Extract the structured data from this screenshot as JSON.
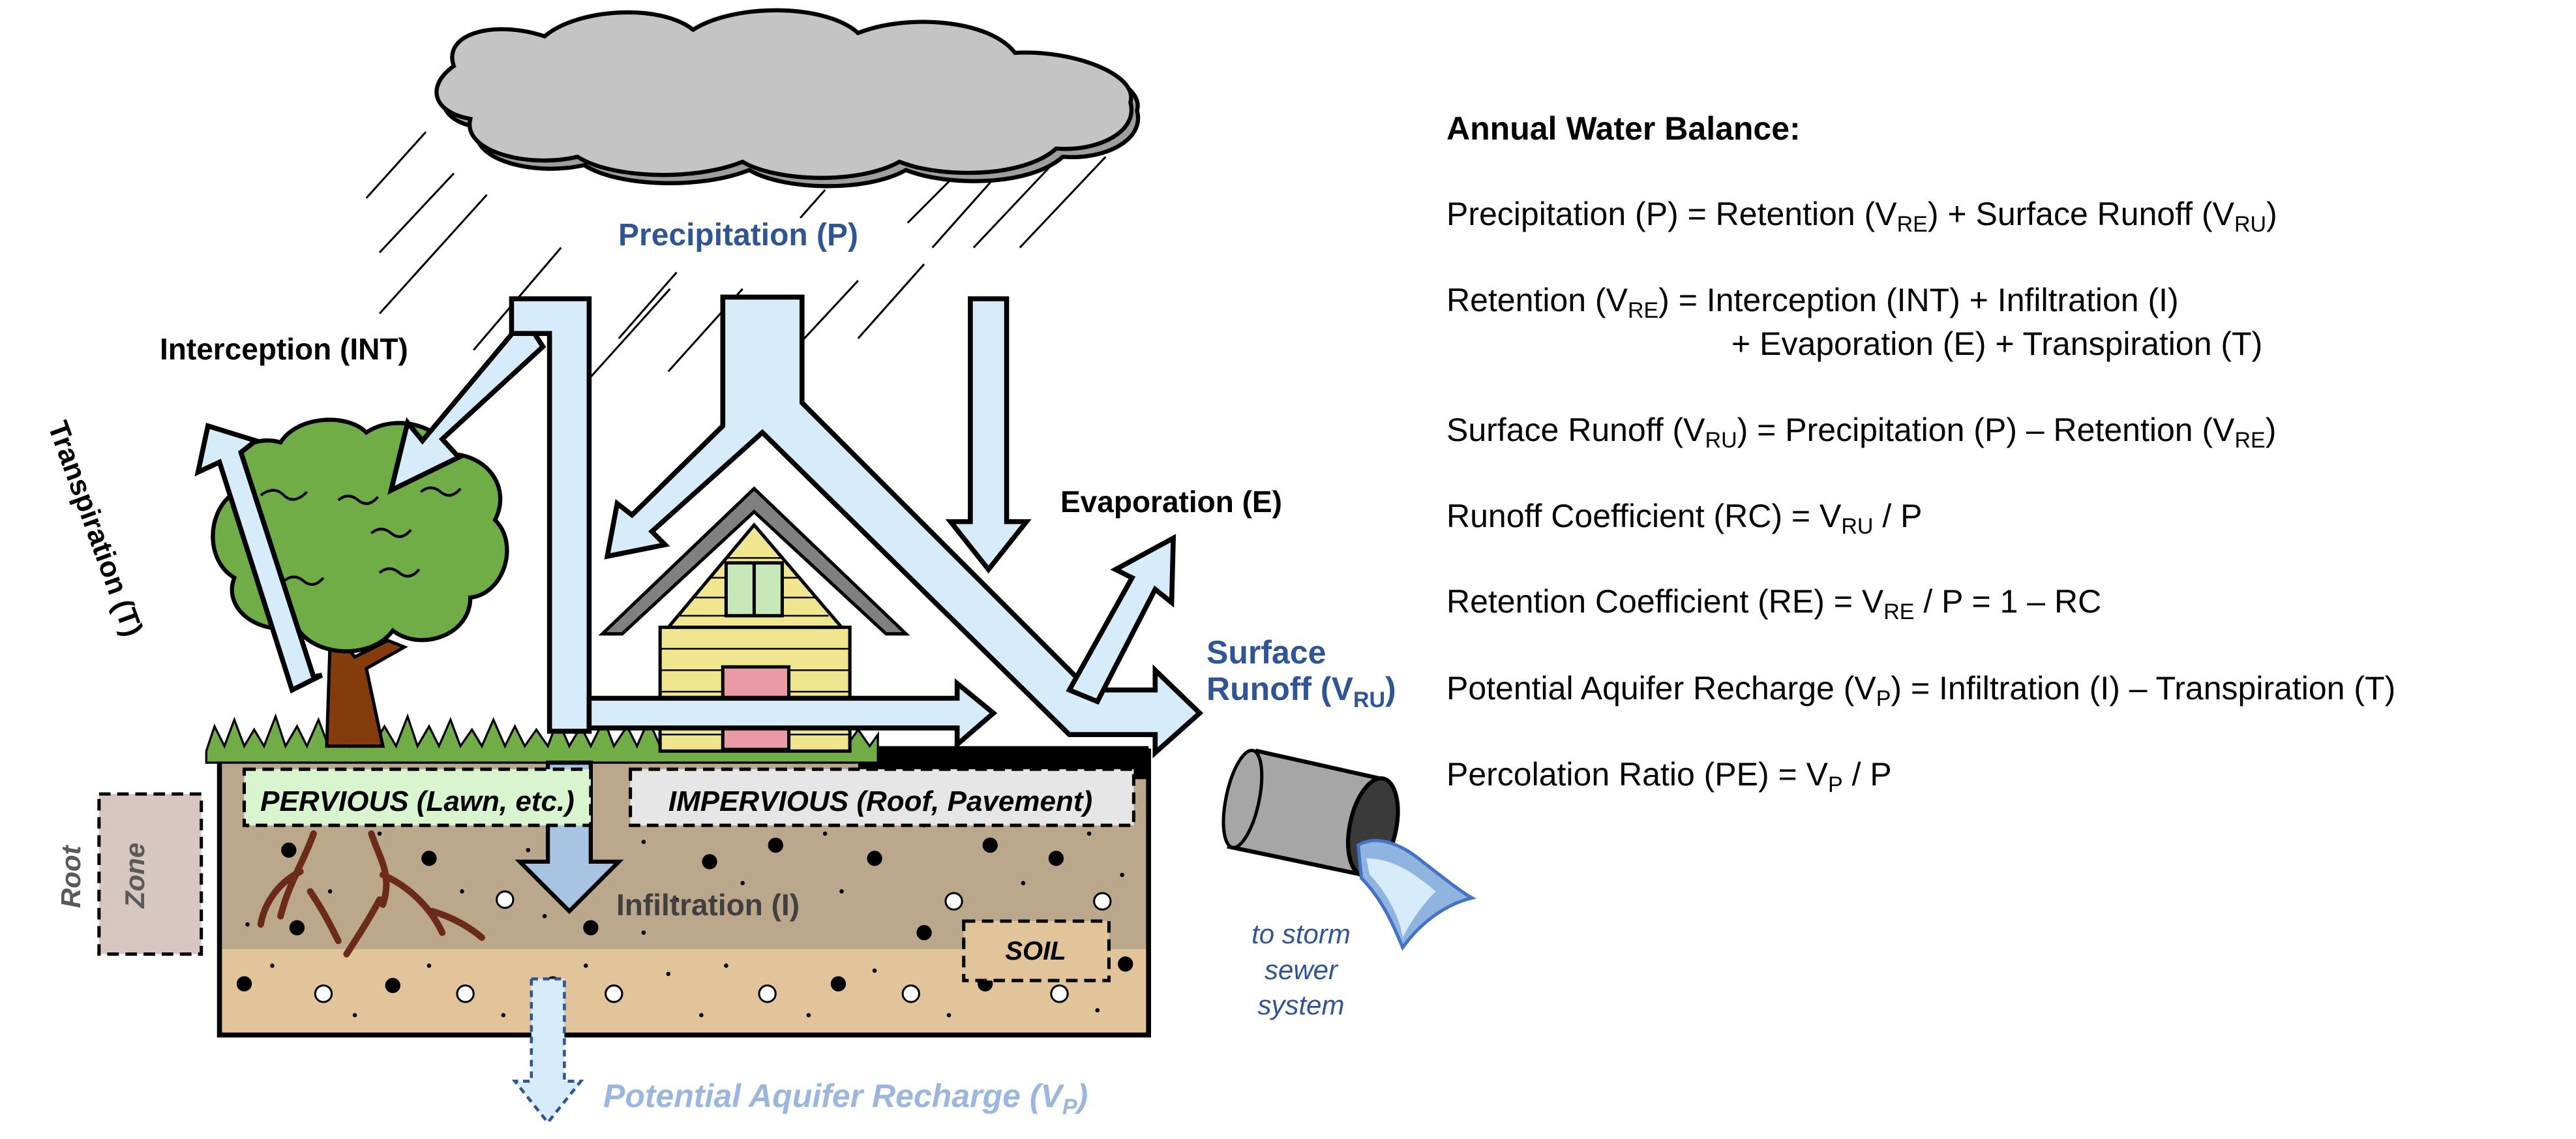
{
  "labels": {
    "precipitation": "Precipitation (P)",
    "interception": "Interception (INT)",
    "transpiration": "Transpiration (T)",
    "evaporation": "Evaporation (E)",
    "surface_runoff_line1": "Surface",
    "surface_runoff_line2": "Runoff (V",
    "surface_runoff_sub": "RU",
    "surface_runoff_close": ")",
    "pervious": "PERVIOUS (Lawn, etc.)",
    "impervious": "IMPERVIOUS (Roof, Pavement)",
    "root_zone_line1": "Root",
    "root_zone_line2": "Zone",
    "infiltration": "Infiltration (I)",
    "soil": "SOIL",
    "storm_line1": "to storm",
    "storm_line2": "sewer",
    "storm_line3": "system",
    "aquifer_text": "Potential Aquifer Recharge (V",
    "aquifer_sub": "P",
    "aquifer_close": ")"
  },
  "balance": {
    "title": "Annual Water Balance:",
    "eq1": {
      "a": "Precipitation (P) = Retention (V",
      "s1": "RE",
      "b": ") + Surface Runoff (V",
      "s2": "RU",
      "c": ")"
    },
    "eq2": {
      "a": "Retention (V",
      "s1": "RE",
      "b": ") = Interception (INT) + Infiltration (I)"
    },
    "eq2b": "+ Evaporation (E) + Transpiration (T)",
    "eq3": {
      "a": "Surface Runoff (V",
      "s1": "RU",
      "b": ") = Precipitation (P) – Retention (V",
      "s2": "RE",
      "c": ")"
    },
    "eq4": {
      "a": "Runoff Coefficient (RC) = V",
      "s1": "RU",
      "b": " / P"
    },
    "eq5": {
      "a": "Retention Coefficient (RE) = V",
      "s1": "RE",
      "b": " / P = 1 – RC"
    },
    "eq6": {
      "a": "Potential Aquifer Recharge (V",
      "s1": "P",
      "b": ") = Infiltration (I) – Transpiration (T)"
    },
    "eq7": {
      "a": "Percolation Ratio (PE) = V",
      "s1": "P",
      "b": " / P"
    }
  },
  "colors": {
    "arrow_fill": "#d6ecfb",
    "label_blue": "#2f5597",
    "aquifer_blue": "#9bb7e0",
    "cloud_gray": "#bfbfbf",
    "tree_green": "#70ad47",
    "soil_dark": "#bba78c",
    "soil_light": "#e2c49a"
  }
}
